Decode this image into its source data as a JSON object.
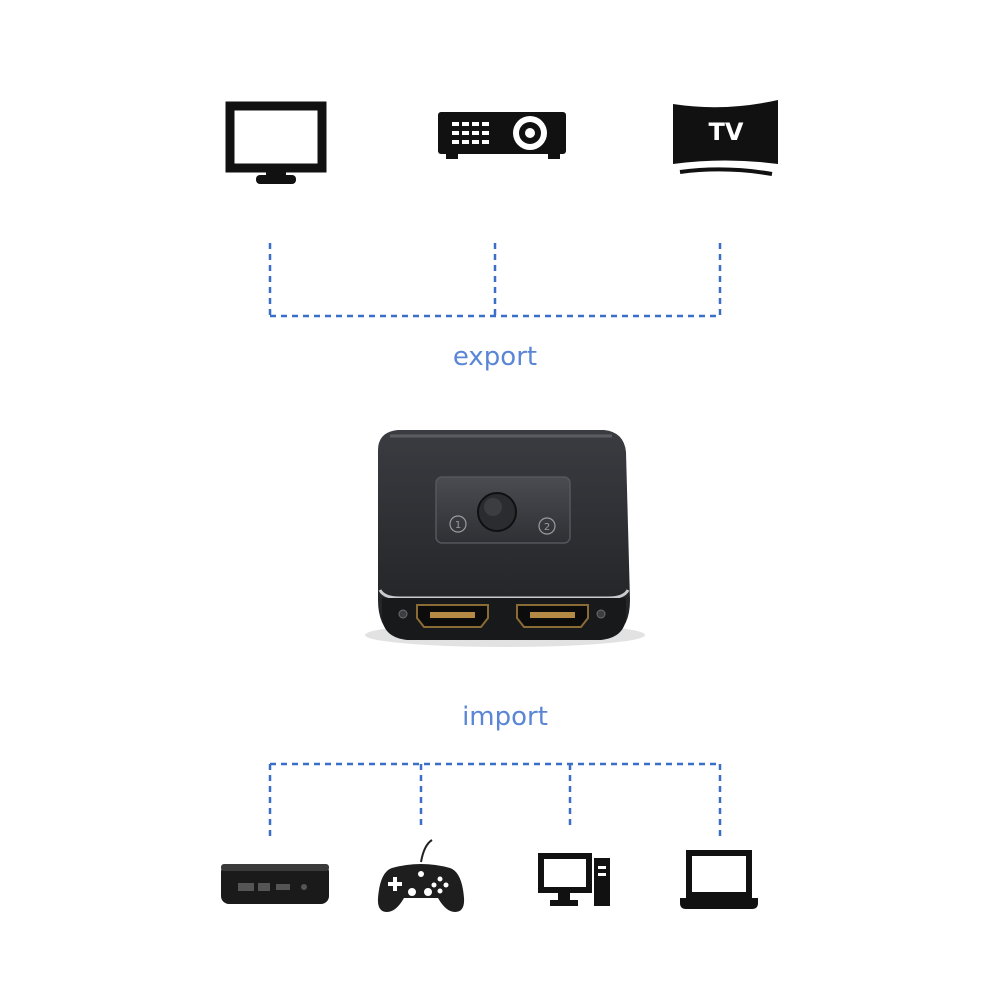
{
  "labels": {
    "export": "export",
    "import": "import",
    "tv_text": "TV",
    "switch_position_1": "1",
    "switch_position_2": "2"
  },
  "outputs": [
    {
      "icon": "monitor-icon"
    },
    {
      "icon": "projector-icon"
    },
    {
      "icon": "curved-tv-icon"
    }
  ],
  "inputs": [
    {
      "icon": "tv-box-icon"
    },
    {
      "icon": "game-controller-icon"
    },
    {
      "icon": "desktop-computer-icon"
    },
    {
      "icon": "laptop-icon"
    }
  ],
  "device": {
    "name": "hdmi-switch-device",
    "ports": 2
  },
  "colors": {
    "label": "#5b86d6",
    "dashed_line": "#3a6fc8",
    "icon": "#111111",
    "device_body": "#2b2d31"
  }
}
